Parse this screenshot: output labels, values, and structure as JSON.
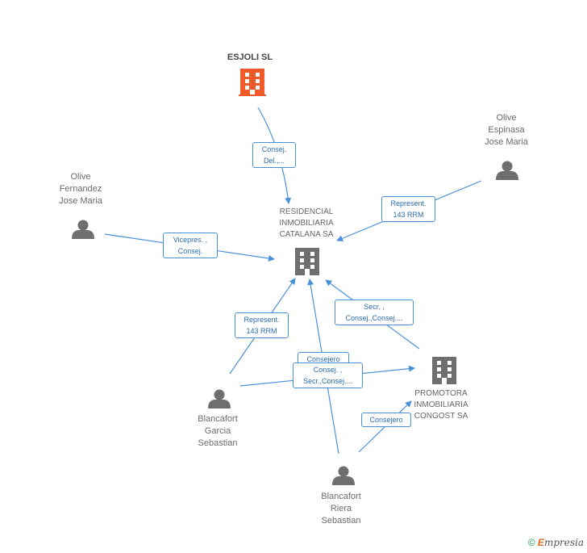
{
  "nodes": {
    "esjoli": {
      "name": "ESJOLI SL"
    },
    "residencial": {
      "lines": [
        "RESIDENCIAL",
        "INMOBILIARIA",
        "CATALANA SA"
      ]
    },
    "promotora": {
      "lines": [
        "PROMOTORA",
        "INMOBILIARIA",
        "CONGOST SA"
      ]
    },
    "olive_espinasa": {
      "lines": [
        "Olive",
        "Espinasa",
        "Jose Maria"
      ]
    },
    "olive_fernandez": {
      "lines": [
        "Olive",
        "Fernandez",
        "Jose Maria"
      ]
    },
    "blancafort_garcia": {
      "lines": [
        "Blancafort",
        "Garcia",
        "Sebastian"
      ]
    },
    "blancafort_riera": {
      "lines": [
        "Blancafort",
        "Riera",
        "Sebastian"
      ]
    }
  },
  "edges": {
    "esjoli_res": [
      "Consej.",
      "Del.,..."
    ],
    "espinasa_res": [
      "Represent.",
      "143 RRM"
    ],
    "fernandez_res": [
      "Vicepres. ,",
      "Consej."
    ],
    "promotora_res": [
      "Secr. ,",
      "Consej.,Consej...."
    ],
    "garcia_res": [
      "Represent.",
      "143 RRM"
    ],
    "riera_res": [
      "Consejero"
    ],
    "garcia_promotora": [
      "Consej. ,",
      "Secr.,Consej...."
    ],
    "riera_promotora": [
      "Consejero"
    ]
  },
  "colors": {
    "edge": "#4a90d9",
    "highlight_company": "#f05a28",
    "company": "#6e6e6e",
    "person": "#6e6e6e"
  },
  "footer": {
    "copyright": "©",
    "brand_e": "E",
    "brand_rest": "mpresia"
  }
}
